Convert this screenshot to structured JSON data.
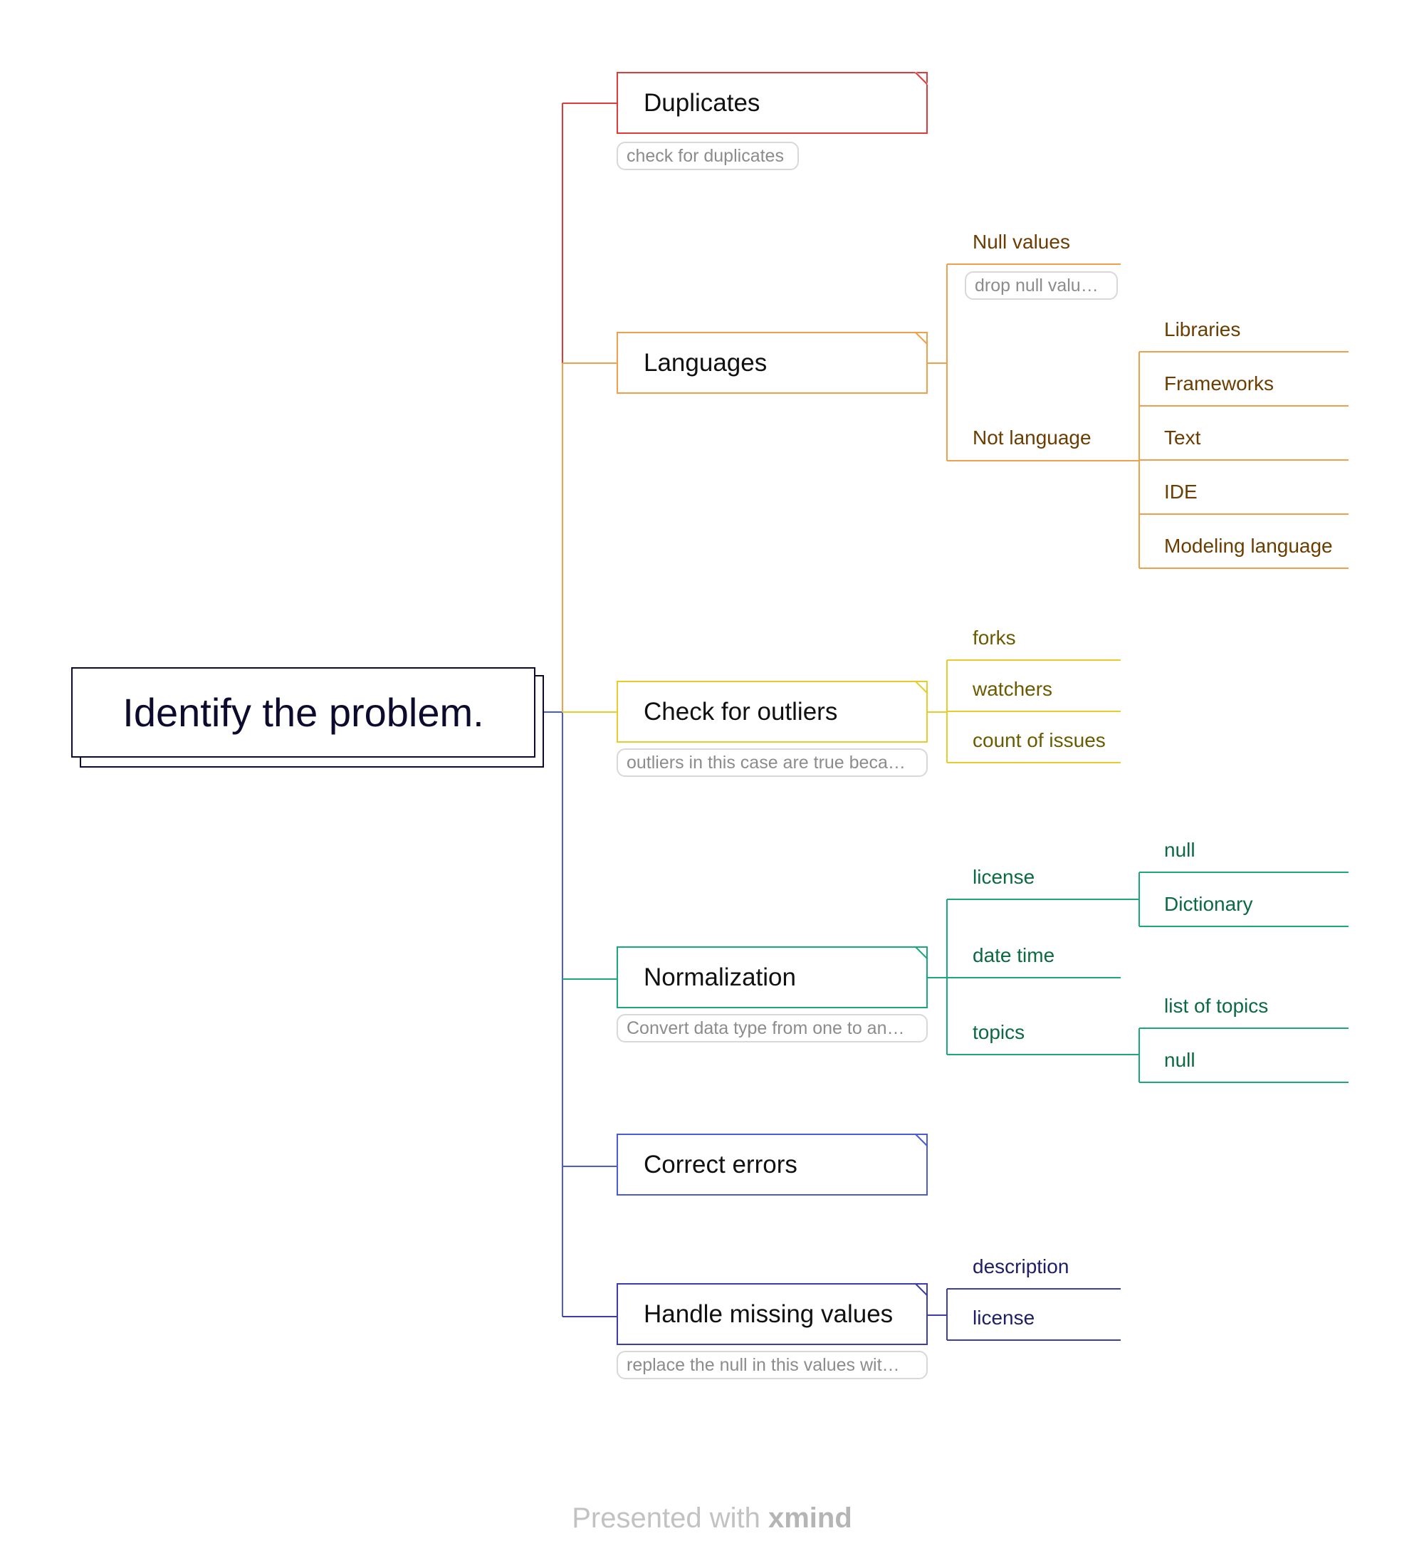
{
  "root": {
    "label": "Identify the problem."
  },
  "colors": {
    "root": "#0c0b2e",
    "duplicates": "#e23a3a",
    "languages": "#f0a04b",
    "outliers": "#e8cc2c",
    "normalization": "#19a97b",
    "correct_errors": "#4a5bd9",
    "missing": "#3c3cae",
    "languages_text": "#6b3d00",
    "outliers_text": "#6b5a00",
    "normalization_text": "#0b6a43",
    "missing_text": "#1e1e66",
    "note_text": "#8c8c8c"
  },
  "branches": [
    {
      "label": "Duplicates",
      "note": "check for duplicates",
      "children": []
    },
    {
      "label": "Languages",
      "note": "",
      "children": [
        {
          "label": "Null values",
          "note": "drop null valu…",
          "children": []
        },
        {
          "label": "Not language",
          "note": "",
          "children": [
            {
              "label": "Libraries"
            },
            {
              "label": "Frameworks"
            },
            {
              "label": "Text"
            },
            {
              "label": "IDE"
            },
            {
              "label": "Modeling language"
            }
          ]
        }
      ]
    },
    {
      "label": "Check for outliers",
      "note": "outliers in this case are true beca…",
      "children": [
        {
          "label": "forks"
        },
        {
          "label": "watchers"
        },
        {
          "label": "count of issues"
        }
      ]
    },
    {
      "label": "Normalization",
      "note": "Convert data type from one to an…",
      "children": [
        {
          "label": "license",
          "children": [
            {
              "label": "null"
            },
            {
              "label": "Dictionary"
            }
          ]
        },
        {
          "label": "date time"
        },
        {
          "label": "topics",
          "children": [
            {
              "label": "list of topics"
            },
            {
              "label": "null"
            }
          ]
        }
      ]
    },
    {
      "label": "Correct errors",
      "note": "",
      "children": []
    },
    {
      "label": "Handle missing values",
      "note": "replace the null in this values wit…",
      "children": [
        {
          "label": "description"
        },
        {
          "label": "license"
        }
      ]
    }
  ],
  "footer": {
    "prefix": "Presented with ",
    "brand": "xmind"
  }
}
